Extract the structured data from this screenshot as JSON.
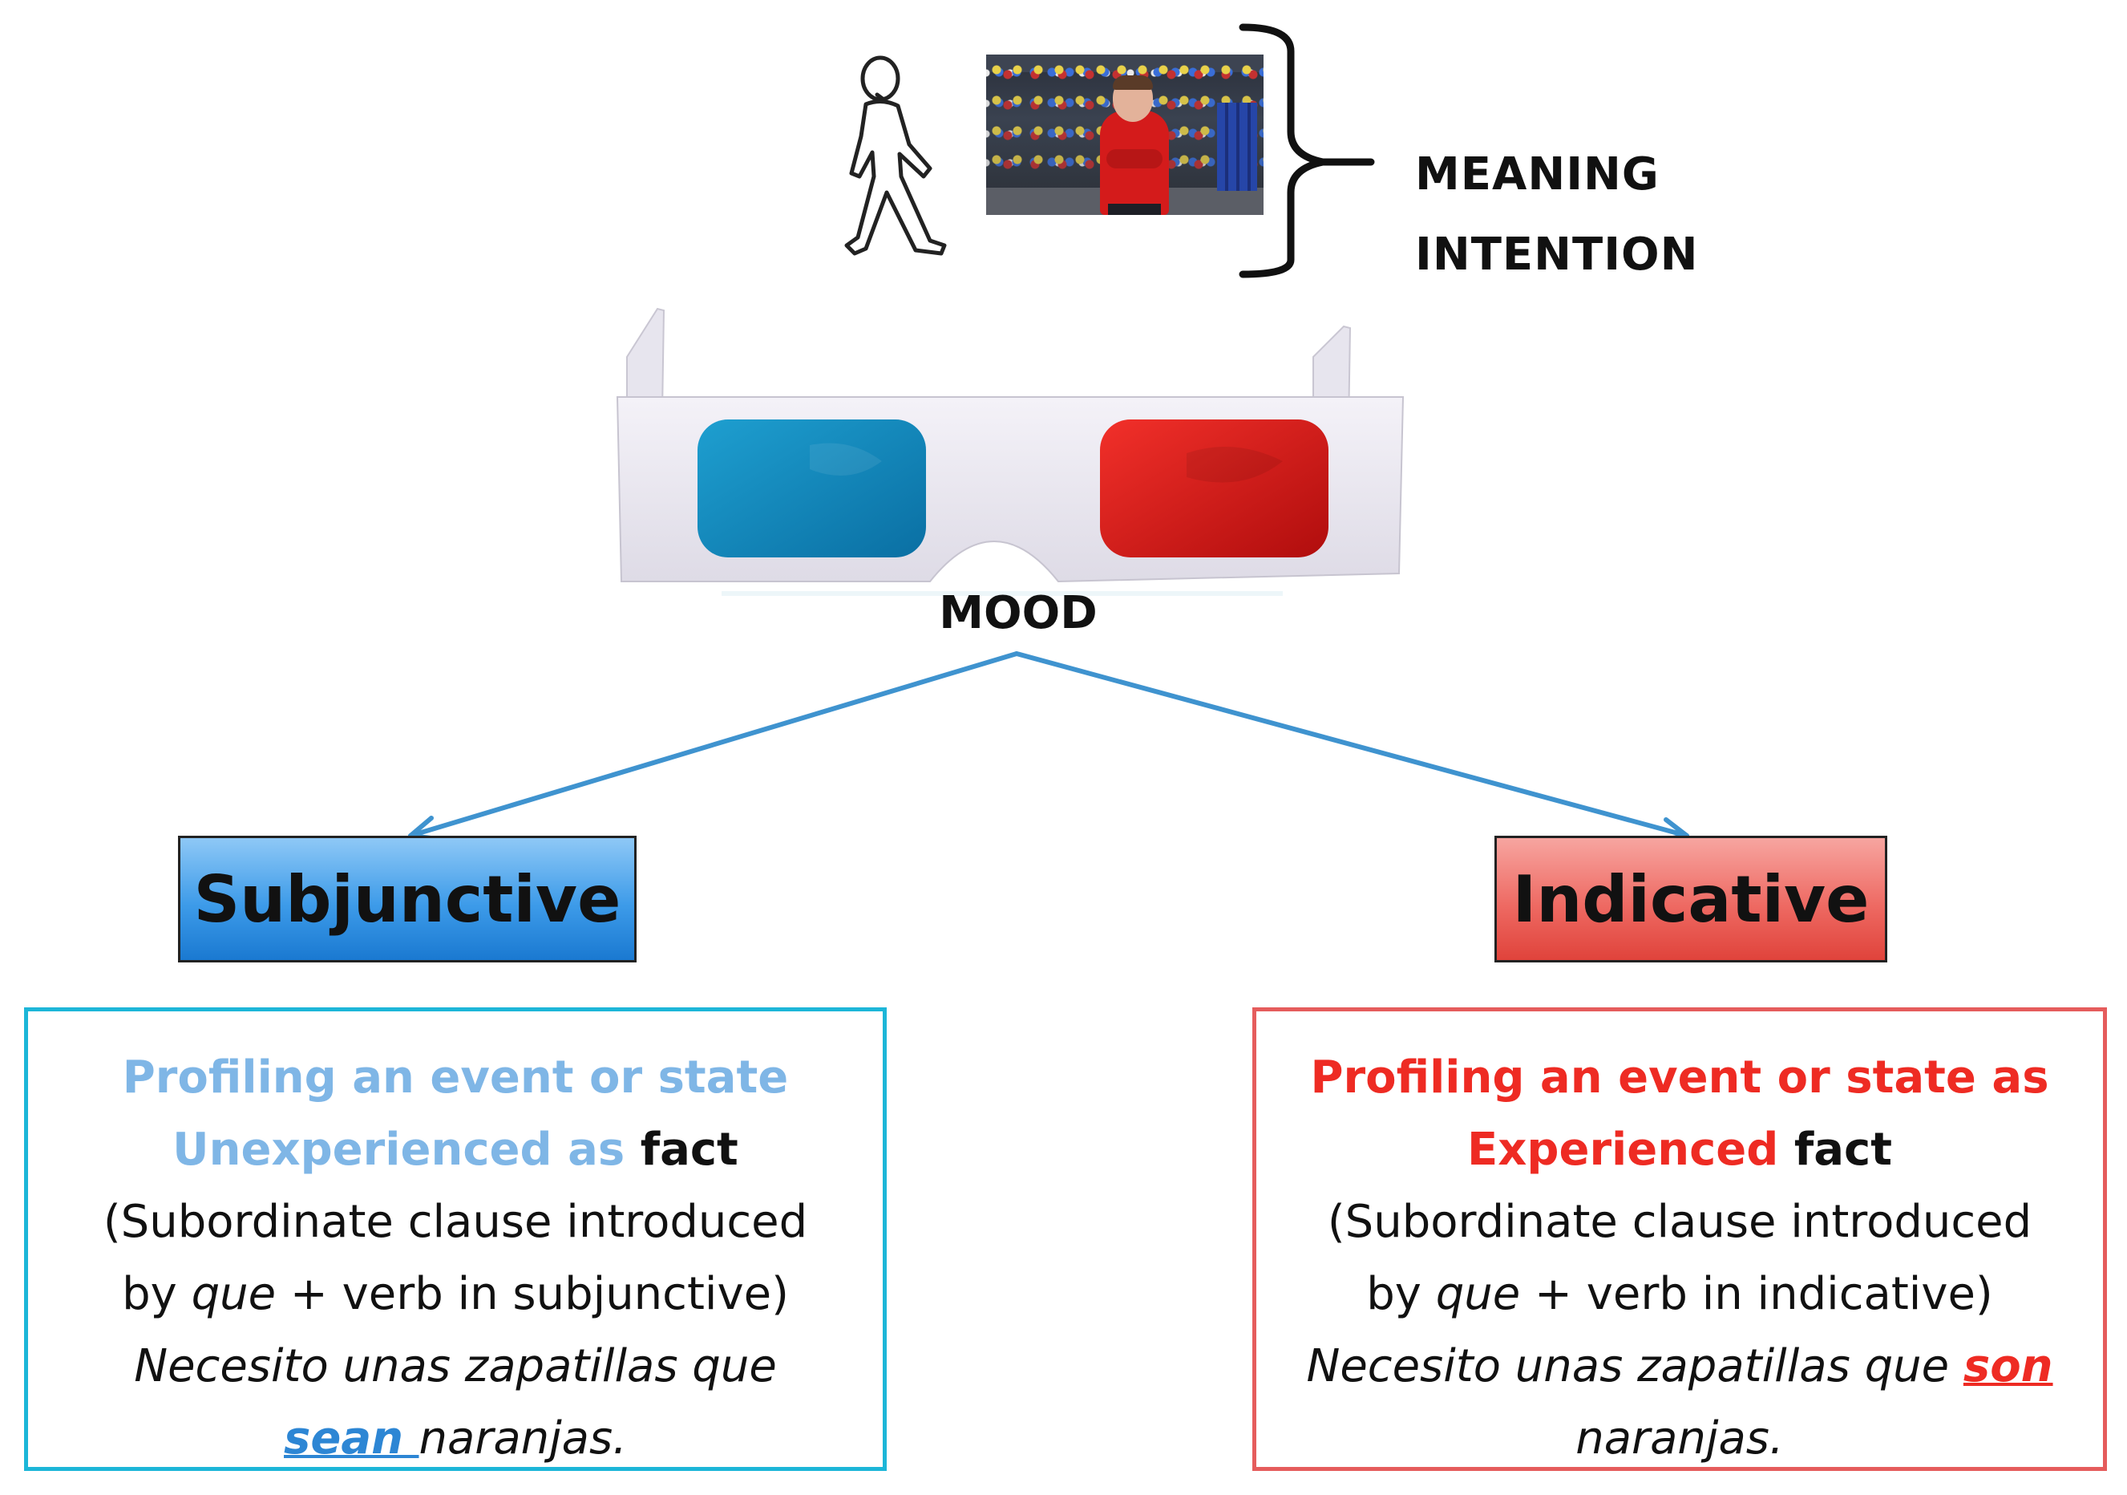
{
  "top": {
    "label_line1": "MEANING",
    "label_line2": "INTENTION"
  },
  "mood_label": "MOOD",
  "subjunctive": {
    "title": "Subjunctive",
    "head_part1": "Profiling an event or state",
    "head_part2": "Unexperienced as",
    "head_fact": "fact",
    "paren_line1": "(Subordinate clause introduced",
    "paren_line2_pre": "by ",
    "paren_line2_que": "que",
    "paren_line2_post": " + verb in subjunctive)",
    "example_line1": "Necesito unas zapatillas que",
    "example_verb": "sean ",
    "example_rest": "naranjas."
  },
  "indicative": {
    "title": "Indicative",
    "head_part1": "Profiling an event or state as",
    "head_part2": "Experienced",
    "head_fact": "fact",
    "paren_line1": "(Subordinate clause introduced",
    "paren_line2_pre": "by ",
    "paren_line2_que": "que",
    "paren_line2_post": " + verb in indicative)",
    "example_line1": "Necesito unas zapatillas que ",
    "example_verb": "son ",
    "example_rest": "naranjas."
  },
  "colors": {
    "subjunctive_accent": "#2d86d4",
    "subjunctive_border": "#1cb6d8",
    "indicative_accent": "#ee2b23",
    "indicative_border": "#e55c5c",
    "arrow": "#3f93cf"
  }
}
